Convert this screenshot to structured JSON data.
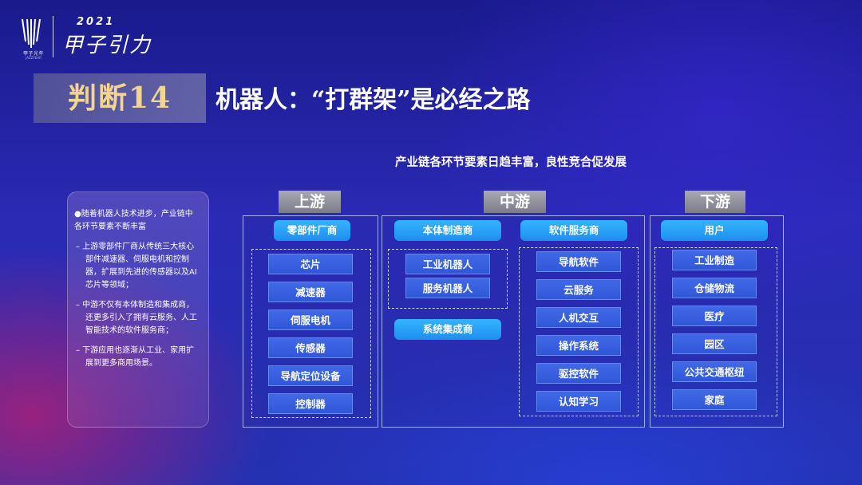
{
  "logo": {
    "year": "2021",
    "name": "甲子引力",
    "org": "甲子光年",
    "org_en": "JAZZYEAR"
  },
  "header": {
    "badge": "判断14",
    "title": "机器人：“打群架”是必经之路"
  },
  "subtitle": "产业链各环节要素日趋丰富，良性竞合促发展",
  "note": {
    "items": [
      "●随着机器人技术进步，产业链中各环节要素不断丰富",
      "–  上游零部件厂商从传统三大核心部件减速器、伺服电机和控制器，扩展到先进的传感器以及AI芯片等领域；",
      "–  中游不仅有本体制造和集成商，还更多引入了拥有云服务、人工智能技术的软件服务商；",
      "–  下游应用也逐渐从工业、家用扩展到更多商用场景。"
    ]
  },
  "diagram": {
    "upstream": {
      "header": "上游",
      "group": "零部件厂商",
      "items": [
        "芯片",
        "减速器",
        "伺服电机",
        "传感器",
        "导航定位设备",
        "控制器"
      ]
    },
    "midstream": {
      "header": "中游",
      "body": {
        "group": "本体制造商",
        "items": [
          "工业机器人",
          "服务机器人"
        ]
      },
      "integrator": "系统集成商",
      "software": {
        "group": "软件服务商",
        "items": [
          "导航软件",
          "云服务",
          "人机交互",
          "操作系统",
          "驱控软件",
          "认知学习"
        ]
      }
    },
    "downstream": {
      "header": "下游",
      "group": "用户",
      "items": [
        "工业制造",
        "仓储物流",
        "医疗",
        "园区",
        "公共交通枢纽",
        "家庭"
      ]
    }
  }
}
